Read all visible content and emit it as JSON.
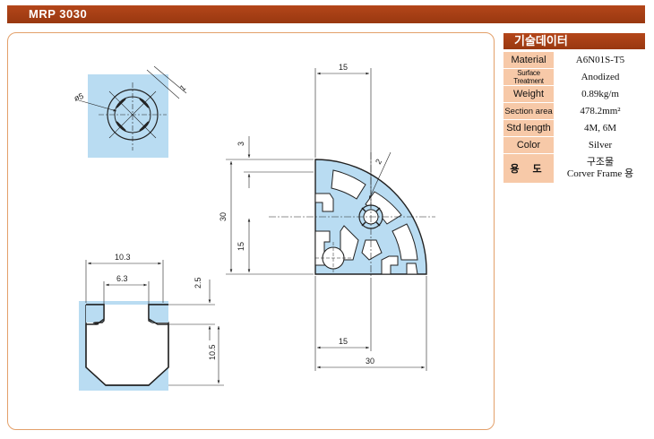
{
  "header": {
    "title": "MRP 3030"
  },
  "specs": {
    "title": "기술데이터",
    "rows": [
      {
        "label": "Material",
        "value": "A6N01S-T5"
      },
      {
        "label": "Surface Treatment",
        "value": "Anodized"
      },
      {
        "label": "Weight",
        "value": "0.89kg/m"
      },
      {
        "label": "Section area",
        "value": "478.2mm²"
      },
      {
        "label": "Std length",
        "value": "4M, 6M"
      },
      {
        "label": "Color",
        "value": "Silver"
      }
    ],
    "use_label": "용 도",
    "use_value_line1": "구조물",
    "use_value_line2": "Corver Frame 용"
  },
  "dimensions": {
    "top_15": "15",
    "v_3": "3",
    "v_2": "2",
    "v_30": "30",
    "v_15": "15",
    "bottom_15": "15",
    "bottom_30": "30",
    "dia_5": "ø5",
    "one": "1",
    "slot_10_3": "10.3",
    "slot_6_3": "6.3",
    "slot_2_5": "2.5",
    "slot_10_5": "10.5"
  },
  "colors": {
    "accent": "#a7401a",
    "label_bg": "#f7c9a8",
    "profile_fill": "#b9dcf2",
    "frame_border": "#e3a06a"
  }
}
